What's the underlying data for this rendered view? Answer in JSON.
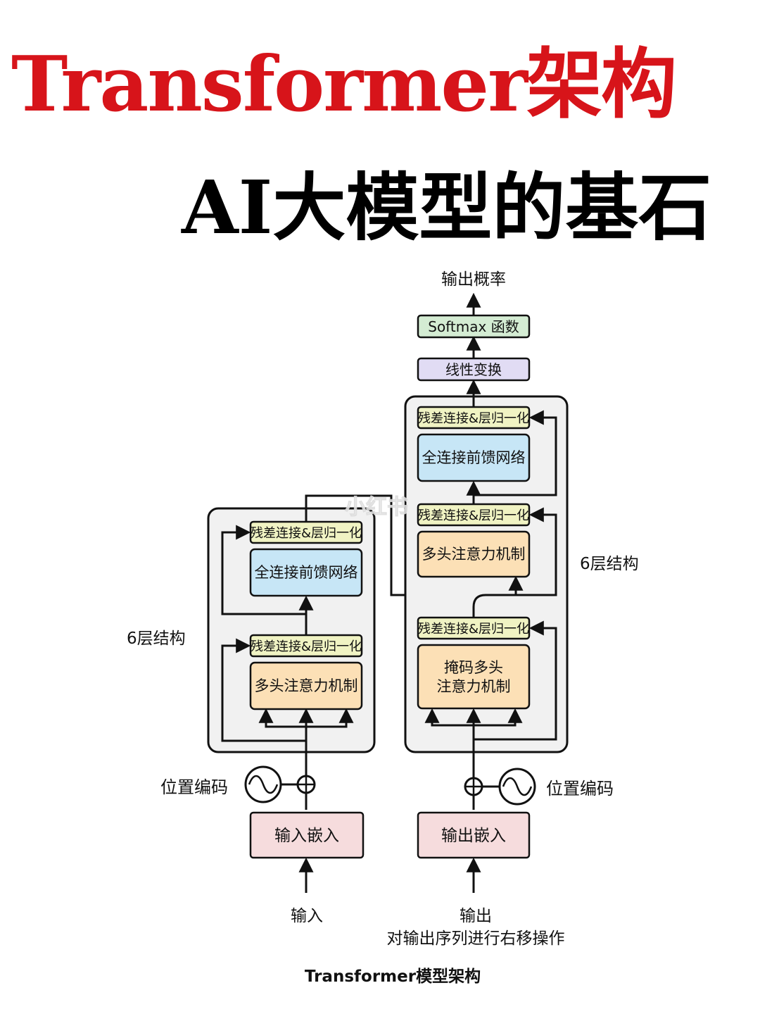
{
  "header": {
    "title": "Transformer架构",
    "subtitle": "AI大模型的基石"
  },
  "diagram": {
    "caption": "Transformer模型架构",
    "output_probabilities": "输出概率",
    "softmax": "Softmax 函数",
    "linear": "线性变换",
    "encoder": {
      "layers_label": "6层结构",
      "add_norm_top": "残差连接&层归一化",
      "feed_forward": "全连接前馈网络",
      "add_norm_bottom": "残差连接&层归一化",
      "multi_head_attention": "多头注意力机制",
      "positional_encoding": "位置编码",
      "embedding": "输入嵌入",
      "input": "输入"
    },
    "decoder": {
      "layers_label": "6层结构",
      "add_norm_top": "残差连接&层归一化",
      "feed_forward": "全连接前馈网络",
      "add_norm_middle": "残差连接&层归一化",
      "multi_head_attention": "多头注意力机制",
      "add_norm_bottom": "残差连接&层归一化",
      "masked_attention_line1": "掩码多头",
      "masked_attention_line2": "注意力机制",
      "positional_encoding": "位置编码",
      "embedding": "输出嵌入",
      "output_line1": "输出",
      "output_line2": "对输出序列进行右移操作"
    },
    "watermark": "小红书",
    "colors": {
      "add_norm": "#f0f3c3",
      "feed_forward": "#c7e6f6",
      "attention": "#fce0b6",
      "embedding": "#f6dcdd",
      "linear": "#e1dcf4",
      "softmax": "#d4ecd3",
      "layer_box": "#f1f1f1"
    }
  }
}
